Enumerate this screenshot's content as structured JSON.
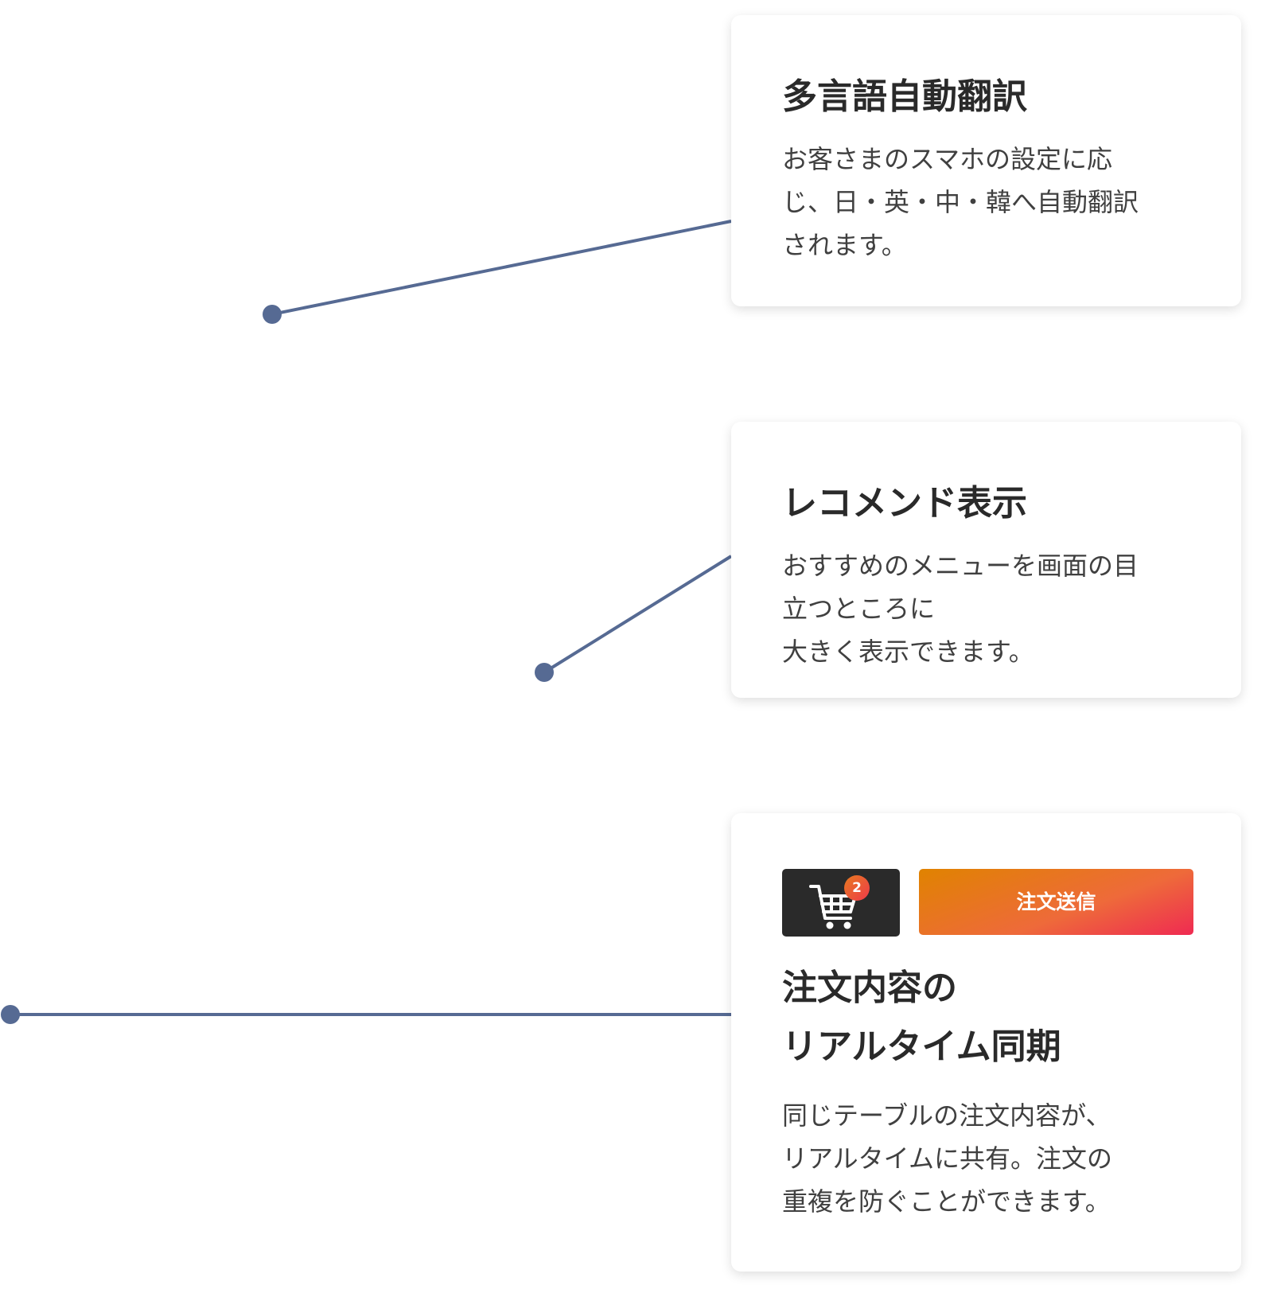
{
  "colors": {
    "line": "#566a93",
    "accent_start": "#e08300",
    "accent_end": "#ef2a52",
    "cart_bg": "#2a2a2a"
  },
  "cards": [
    {
      "title": "多言語自動翻訳",
      "body": "お客さまのスマホの設定に応\nじ、日・英・中・韓へ自動翻訳\nされます。"
    },
    {
      "title": "レコメンド表示",
      "body": "おすすめのメニューを画面の目\n立つところに\n大きく表示できます。"
    },
    {
      "title": "注文内容の\nリアルタイム同期",
      "body": "同じテーブルの注文内容が、\nリアルタイムに共有。注文の\n重複を防ぐことができます。",
      "cart": {
        "icon": "cart-icon",
        "badge_count": "2"
      },
      "send_button": "注文送信"
    }
  ]
}
